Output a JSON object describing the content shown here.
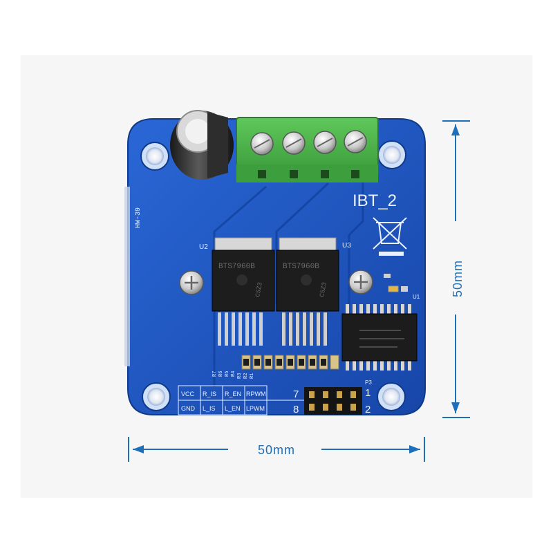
{
  "board": {
    "name": "IBT_2",
    "code": "HW-39",
    "chip_left": "BTS7960B",
    "chip_right": "BTS7960B",
    "chip_code": "C5Z3",
    "ref_u2": "U2",
    "ref_u3": "U3",
    "ref_u1": "U1",
    "ref_p3": "P3",
    "pin_7": "7",
    "pin_8": "8",
    "pin_1": "1",
    "pin_2": "2",
    "resistor_refs": [
      "R7",
      "R6",
      "R5",
      "R4",
      "R3",
      "R2",
      "R1"
    ],
    "pinout_table": [
      [
        "VCC",
        "R_IS",
        "R_EN",
        "RPWM"
      ],
      [
        "GND",
        "L_IS",
        "L_EN",
        "LPWM"
      ]
    ],
    "colors": {
      "pcb": "#1f58c4",
      "terminal": "#4bb34a",
      "dimension": "#1e6fb8"
    }
  },
  "dimensions": {
    "width_label": "50mm",
    "height_label": "50mm"
  }
}
